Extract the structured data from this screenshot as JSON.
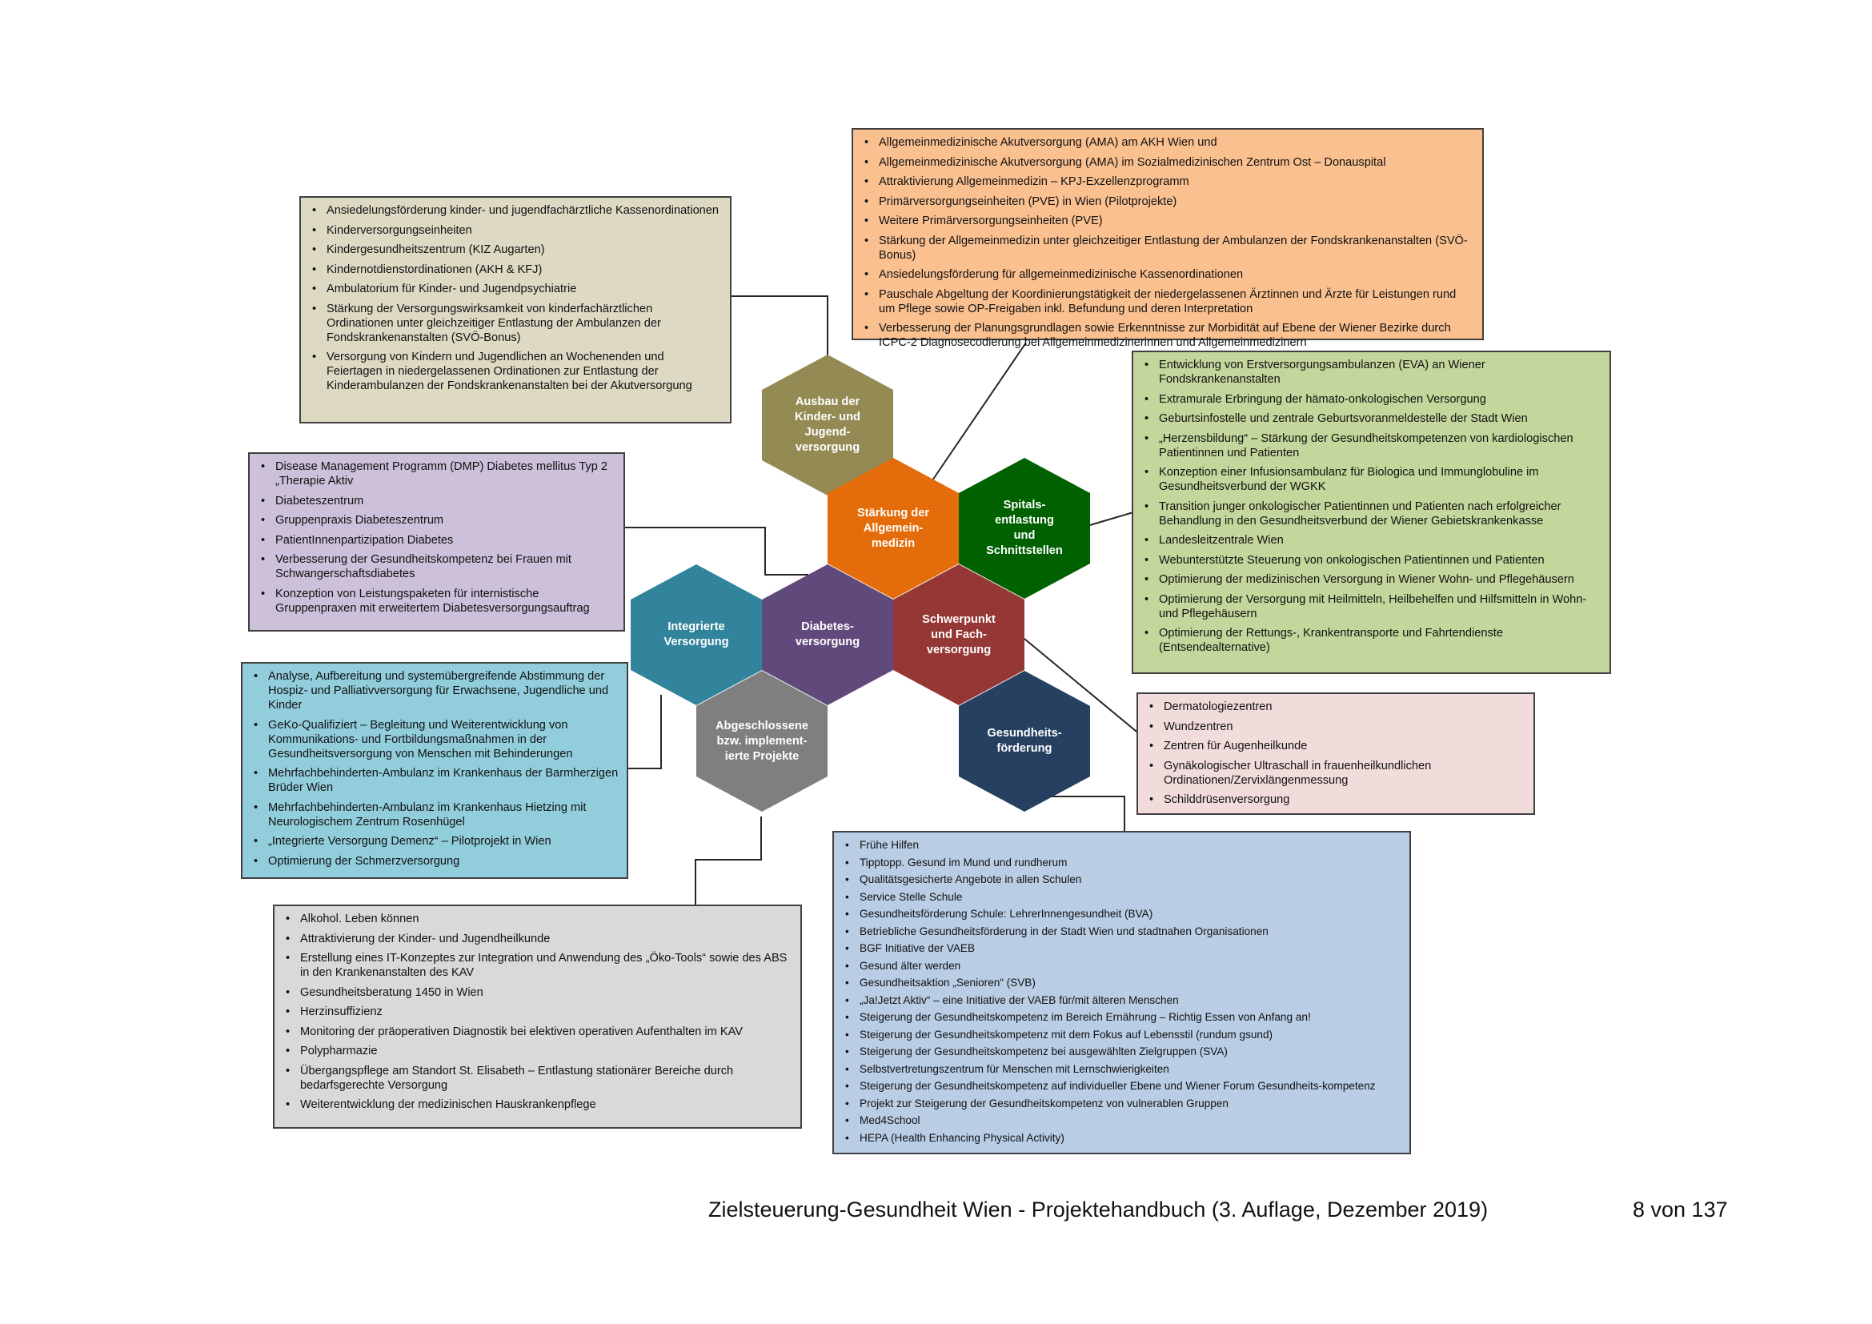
{
  "hexagons": {
    "kinder": {
      "label": "Ausbau der\nKinder- und\nJugend-\nversorgung",
      "color": "#948a54"
    },
    "allgemein": {
      "label": "Stärkung der\nAllgemein-\nmedizin",
      "color": "#e46c0a"
    },
    "spitals": {
      "label": "Spitals-\nentlastung\nund\nSchnittstellen",
      "color": "#006100"
    },
    "integrierte": {
      "label": "Integrierte\nVersorgung",
      "color": "#31849b"
    },
    "diabetes": {
      "label": "Diabetes-\nversorgung",
      "color": "#604a7b"
    },
    "schwerpunkt": {
      "label": "Schwerpunkt\nund Fach-\nversorgung",
      "color": "#953735"
    },
    "abgeschlossene": {
      "label": "Abgeschlossene\nbzw. implement-\nierte Projekte",
      "color": "#7f7f7f"
    },
    "gesundheit": {
      "label": "Gesundheits-\nförderung",
      "color": "#254061"
    }
  },
  "boxes": {
    "allgemein": {
      "color": "#fac090",
      "items": [
        "Allgemeinmedizinische Akutversorgung (AMA) am AKH Wien und",
        "Allgemeinmedizinische Akutversorgung (AMA) im Sozialmedizinischen Zentrum Ost – Donauspital",
        "Attraktivierung Allgemeinmedizin – KPJ-Exzellenzprogramm",
        "Primärversorgungseinheiten (PVE) in Wien (Pilotprojekte)",
        "Weitere Primärversorgungseinheiten (PVE)",
        "Stärkung der Allgemeinmedizin unter gleichzeitiger Entlastung der Ambulanzen der Fondskrankenanstalten (SVÖ-Bonus)",
        "Ansiedelungsförderung für allgemeinmedizinische Kassenordinationen",
        "Pauschale Abgeltung der Koordinierungstätigkeit der niedergelassenen Ärztinnen und Ärzte für Leistungen rund um Pflege sowie OP-Freigaben inkl. Befundung und deren Interpretation",
        "Verbesserung der Planungsgrundlagen sowie Erkenntnisse zur Morbidität auf Ebene der Wiener Bezirke durch ICPC-2 Diagnosecodierung bei Allgemeinmedizinerinnen und Allgemeinmedizinern"
      ]
    },
    "kinder": {
      "color": "#ddd9c3",
      "items": [
        "Ansiedelungsförderung kinder- und jugendfachärztliche Kassenordinationen",
        "Kinderversorgungseinheiten",
        "Kindergesundheitszentrum (KIZ Augarten)",
        "Kindernotdienstordinationen (AKH & KFJ)",
        "Ambulatorium für Kinder- und Jugendpsychiatrie",
        "Stärkung der Versorgungswirksamkeit von kinderfachärztlichen Ordinationen unter gleichzeitiger Entlastung der Ambulanzen der Fondskrankenanstalten (SVÖ-Bonus)",
        "Versorgung von Kindern und Jugendlichen an Wochenenden und Feiertagen in niedergelassenen Ordinationen zur Entlastung der Kinderambulanzen der Fondskrankenanstalten bei der Akutversorgung"
      ]
    },
    "diabetes": {
      "color": "#ccc0da",
      "items": [
        "Disease Management Programm (DMP) Diabetes mellitus Typ 2 „Therapie Aktiv",
        "Diabeteszentrum",
        "Gruppenpraxis Diabeteszentrum",
        "PatientInnenpartizipation Diabetes",
        "Verbesserung der Gesundheitskompetenz bei Frauen mit Schwangerschaftsdiabetes",
        "Konzeption von Leistungspaketen für internistische Gruppenpraxen mit erweitertem Diabetesversorgungsauftrag"
      ]
    },
    "spitals": {
      "color": "#c3d69b",
      "items": [
        "Entwicklung von Erstversorgungsambulanzen (EVA) an Wiener Fondskrankenanstalten",
        "Extramurale Erbringung der hämato-onkologischen Versorgung",
        "Geburtsinfostelle und zentrale Geburtsvoranmeldestelle der Stadt Wien",
        "„Herzensbildung“ – Stärkung der Gesundheitskompetenzen von kardiologischen Patientinnen und Patienten",
        "Konzeption einer Infusionsambulanz für Biologica und Immunglobuline im Gesundheitsverbund der WGKK",
        "Transition junger onkologischer Patientinnen und Patienten nach erfolgreicher Behandlung in den Gesundheitsverbund der Wiener Gebietskrankenkasse",
        "Landesleitzentrale Wien",
        "Webunterstützte Steuerung von onkologischen Patientinnen und Patienten",
        "Optimierung der medizinischen Versorgung in Wiener Wohn- und Pflegehäusern",
        "Optimierung der Versorgung mit Heilmitteln, Heilbehelfen und Hilfsmitteln in Wohn- und Pflegehäusern",
        "Optimierung der Rettungs-, Krankentransporte und Fahrtendienste (Entsendealternative)"
      ]
    },
    "integrierte": {
      "color": "#92cddc",
      "items": [
        "Analyse, Aufbereitung und systemübergreifende Abstimmung der Hospiz- und Palliativversorgung für Erwachsene, Jugendliche und Kinder",
        "GeKo-Qualifiziert – Begleitung und Weiterentwicklung von Kommunikations- und Fortbildungsmaßnahmen in der Gesundheitsversorgung von Menschen mit Behinderungen",
        "Mehrfachbehinderten-Ambulanz im Krankenhaus der Barmherzigen Brüder Wien",
        "Mehrfachbehinderten-Ambulanz im Krankenhaus Hietzing mit Neurologischem Zentrum Rosenhügel",
        "„Integrierte Versorgung Demenz“ – Pilotprojekt in Wien",
        "Optimierung der Schmerzversorgung"
      ]
    },
    "schwerpunkt": {
      "color": "#f2dcdb",
      "items": [
        "Dermatologiezentren",
        "Wundzentren",
        "Zentren für Augenheilkunde",
        "Gynäkologischer Ultraschall in frauenheilkundlichen Ordinationen/Zervixlängenmessung",
        "Schilddrüsenversorgung"
      ]
    },
    "abgeschlossene": {
      "color": "#d9d9d9",
      "items": [
        "Alkohol. Leben können",
        "Attraktivierung der Kinder- und Jugendheilkunde",
        "Erstellung eines IT-Konzeptes zur Integration und Anwendung des „Öko-Tools“ sowie des ABS in den Krankenanstalten des KAV",
        "Gesundheitsberatung 1450 in Wien",
        "Herzinsuffizienz",
        "Monitoring der präoperativen Diagnostik bei elektiven operativen Aufenthalten im KAV",
        "Polypharmazie",
        "Übergangspflege am Standort St. Elisabeth – Entlastung stationärer Bereiche durch bedarfsgerechte Versorgung",
        "Weiterentwicklung der medizinischen Hauskrankenpflege"
      ]
    },
    "gesundheit": {
      "color": "#b9cde5",
      "items": [
        "Frühe Hilfen",
        "Tipptopp. Gesund im Mund und rundherum",
        "Qualitätsgesicherte Angebote in allen Schulen",
        "Service Stelle Schule",
        "Gesundheitsförderung Schule: LehrerInnengesundheit (BVA)",
        "Betriebliche Gesundheitsförderung in der Stadt Wien und stadtnahen Organisationen",
        "BGF Initiative der VAEB",
        "Gesund älter werden",
        "Gesundheitsaktion „Senioren“ (SVB)",
        "„Ja!Jetzt Aktiv“ – eine Initiative der VAEB für/mit älteren Menschen",
        "Steigerung der Gesundheitskompetenz im Bereich Ernährung – Richtig Essen von Anfang an!",
        "Steigerung der Gesundheitskompetenz mit dem Fokus auf Lebensstil (rundum gsund)",
        "Steigerung der Gesundheitskompetenz bei ausgewählten Zielgruppen (SVA)",
        "Selbstvertretungszentrum für Menschen mit Lernschwierigkeiten",
        "Steigerung der Gesundheitskompetenz auf individueller Ebene und Wiener Forum Gesundheits-kompetenz",
        "Projekt zur Steigerung der Gesundheitskompetenz von vulnerablen Gruppen",
        "Med4School",
        "HEPA (Health Enhancing Physical Activity)"
      ]
    }
  },
  "footer": {
    "title": "Zielsteuerung-Gesundheit Wien - Projektehandbuch (3. Auflage, Dezember 2019)",
    "page": "8 von 137"
  }
}
